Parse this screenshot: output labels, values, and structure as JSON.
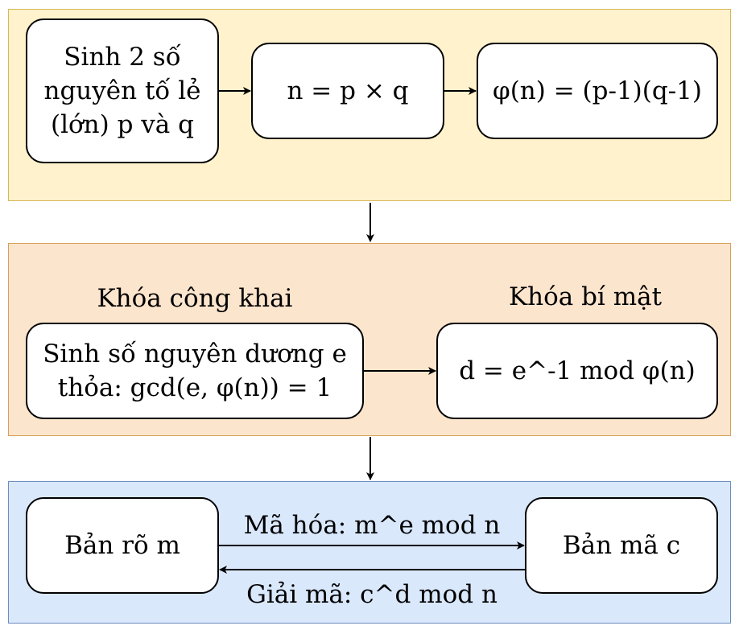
{
  "panel_keygen": {
    "box_generate_primes": "Sinh 2 số\nnguyên tố lẻ\n(lớn) p  và q",
    "box_modulus": "n = p × q",
    "box_totient": "φ(n) = (p-1)(q-1)"
  },
  "panel_keys": {
    "public_key_heading": "Khóa công khai",
    "private_key_heading": "Khóa bí mật",
    "box_public_exponent": "Sinh số nguyên dương e\nthỏa: gcd(e, φ(n)) = 1",
    "box_private_exponent": "d = e^-1 mod φ(n)"
  },
  "panel_crypt": {
    "box_plaintext": "Bản rõ m",
    "box_ciphertext": "Bản mã c",
    "encrypt_label": "Mã hóa: m^e mod n",
    "decrypt_label": "Giải mã: c^d mod n"
  }
}
